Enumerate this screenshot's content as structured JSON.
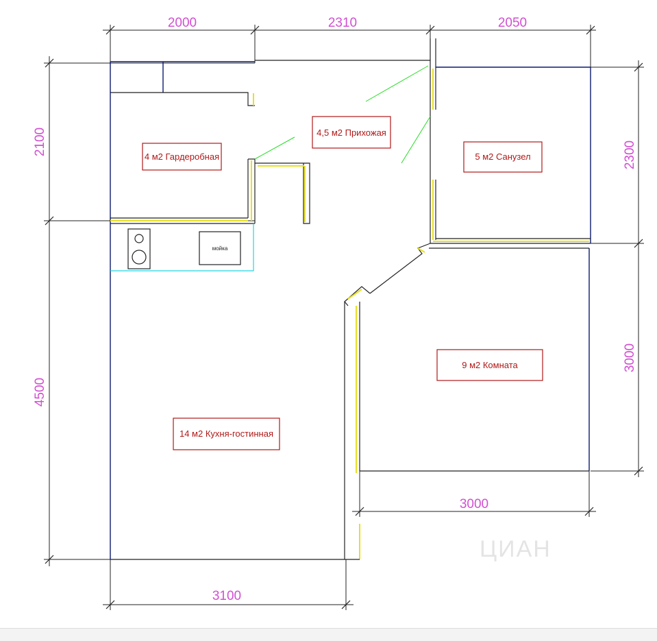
{
  "dimensions": {
    "top_1": "2000",
    "top_2": "2310",
    "top_3": "2050",
    "left_top": "2100",
    "left_bottom": "4500",
    "right_top": "2300",
    "right_bottom": "3000",
    "mid_bottom": "3000",
    "bottom": "3100"
  },
  "rooms": {
    "wardrobe": "4 м2 Гардеробная",
    "hallway": "4,5 м2 Прихожая",
    "bathroom": "5 м2 Санузел",
    "room": "9 м2 Комната",
    "kitchen": "14 м2 Кухня-гостинная"
  },
  "fixtures": {
    "sink": "мойка"
  },
  "watermark": "ЦИАН",
  "colors": {
    "dimension_text": "#d24fd2",
    "room_label": "#b01818",
    "wall_outline": "#0a1a6e",
    "wall_fill": "#e8e020",
    "door_swing": "#22dd22",
    "counter": "#22d4e0"
  }
}
